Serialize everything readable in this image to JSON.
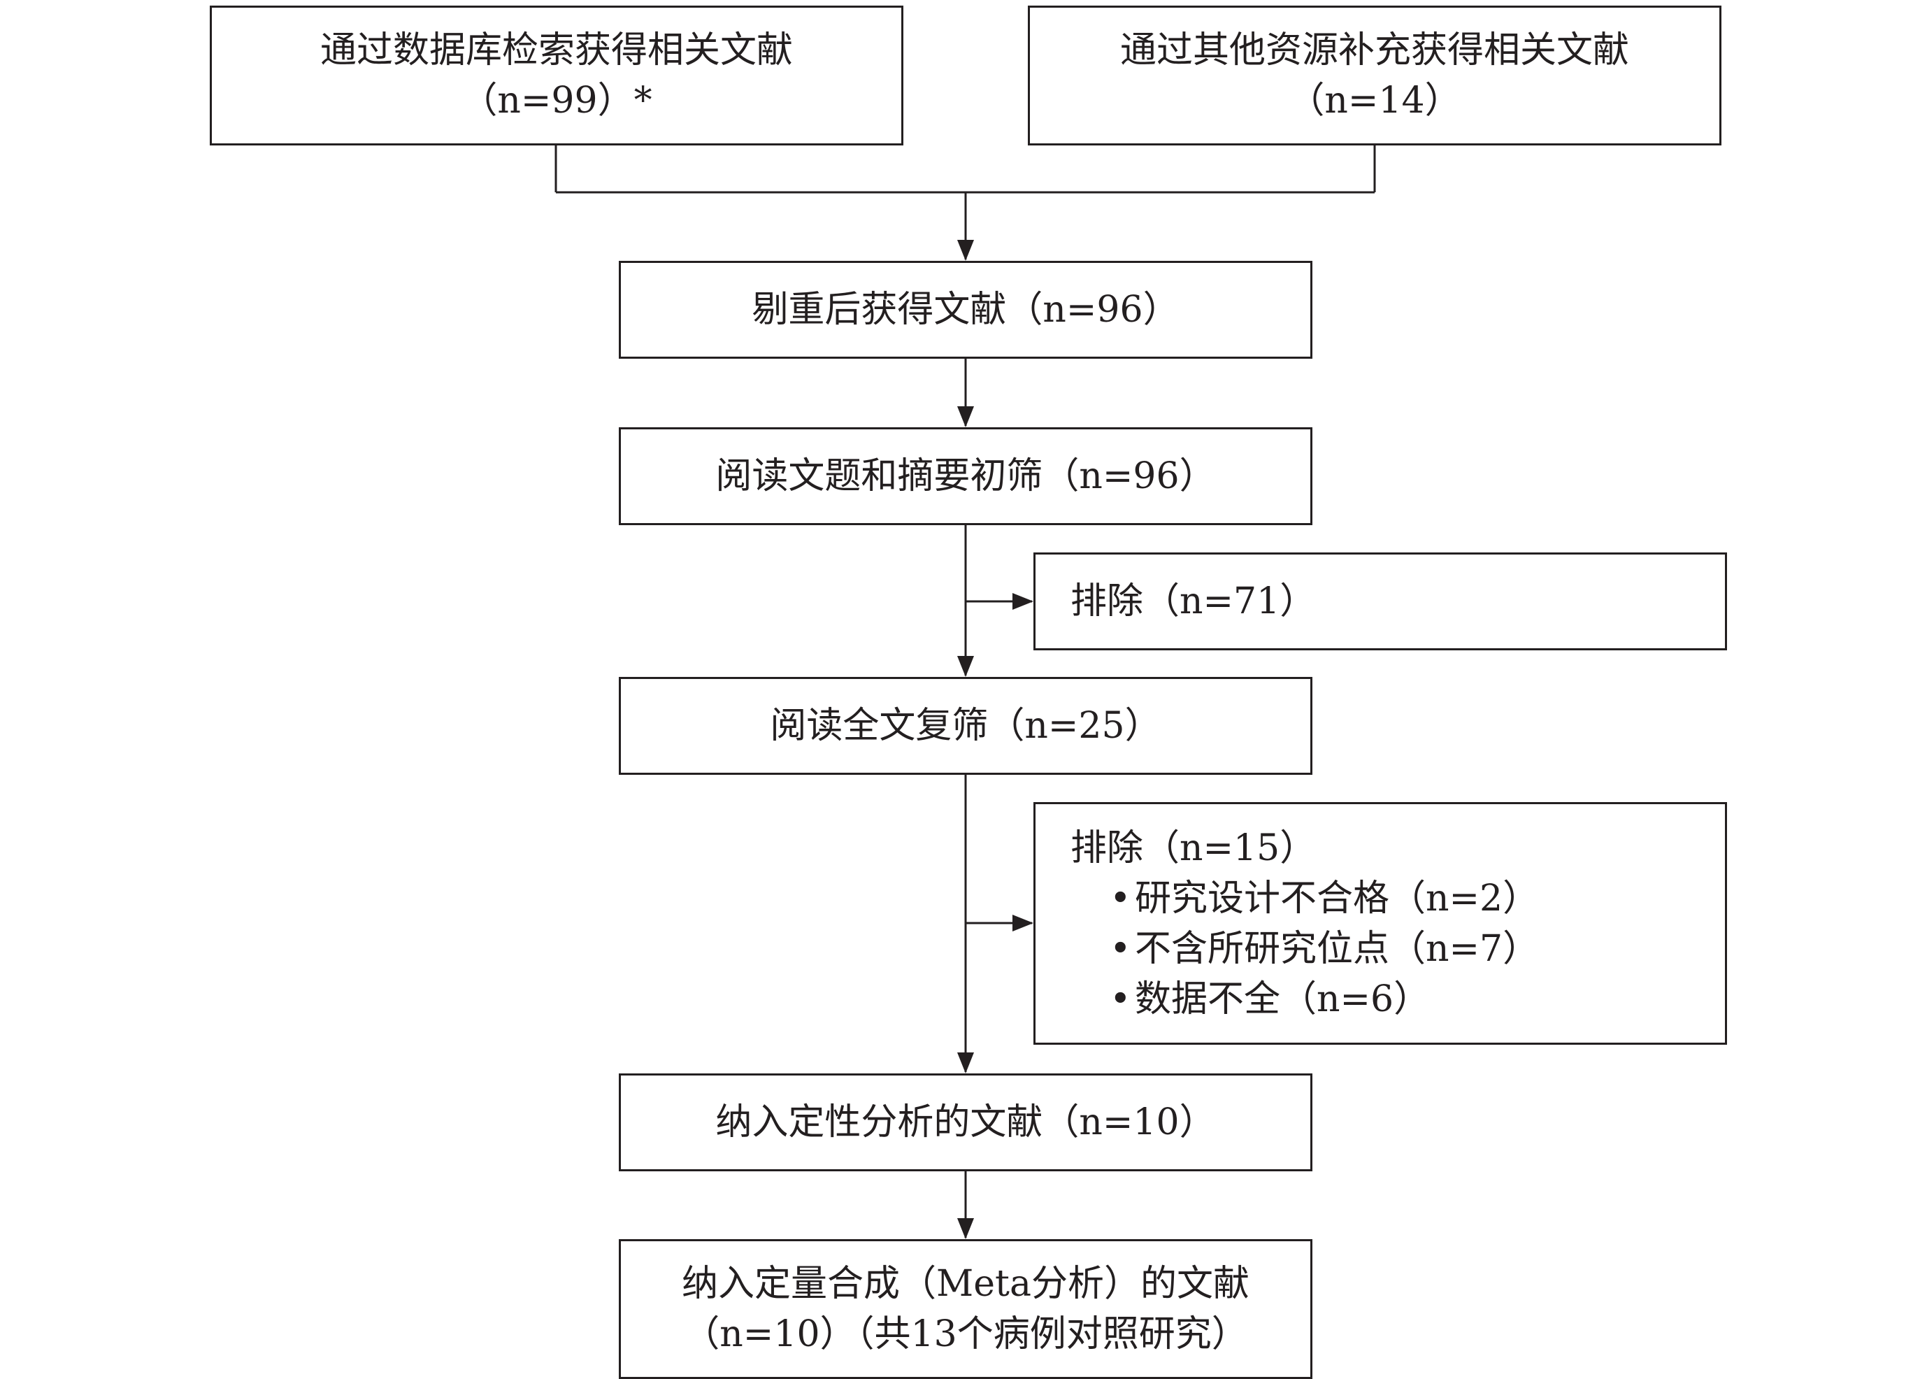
{
  "boxes": {
    "db_search": {
      "line1": "通过数据库检索获得相关文献",
      "line2": "（n=99）*"
    },
    "other_sources": {
      "line1": "通过其他资源补充获得相关文献",
      "line2": "（n=14）"
    },
    "dedup": {
      "line1": "剔重后获得文献（n=96）"
    },
    "title_abstract": {
      "line1": "阅读文题和摘要初筛（n=96）"
    },
    "exclude_1": {
      "line1": "排除（n=71）"
    },
    "fulltext": {
      "line1": "阅读全文复筛（n=25）"
    },
    "exclude_2": {
      "title": "排除（n=15）",
      "items": [
        "研究设计不合格（n=2）",
        "不含所研究位点（n=7）",
        "数据不全（n=6）"
      ]
    },
    "qualitative": {
      "line1": "纳入定性分析的文献（n=10）"
    },
    "quantitative": {
      "line1": "纳入定量合成（Meta分析）的文献",
      "line2": "（n=10）（共13个病例对照研究）"
    }
  },
  "colors": {
    "stroke": "#231f20",
    "background": "#ffffff"
  }
}
